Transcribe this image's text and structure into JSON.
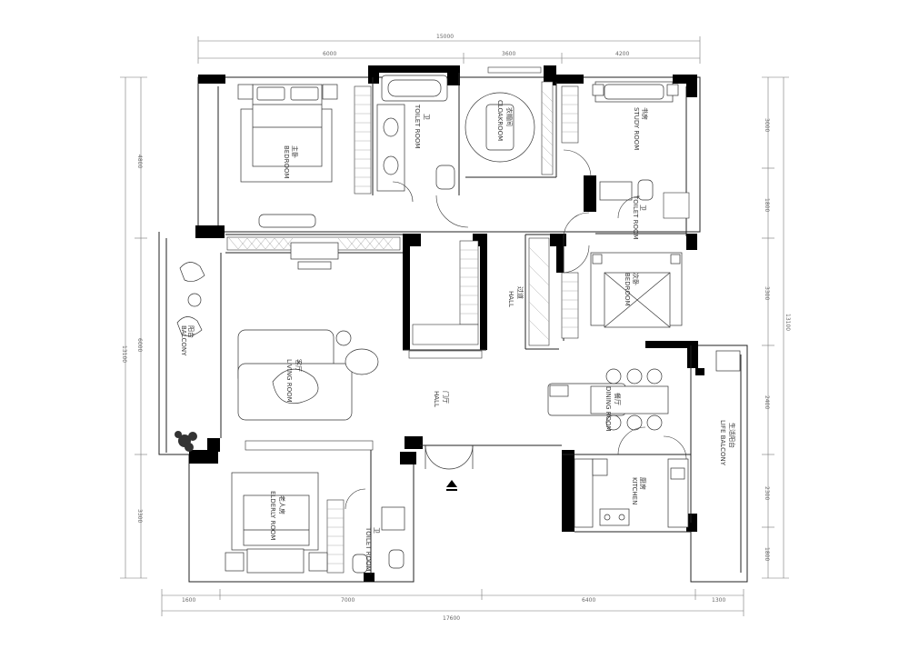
{
  "plan": {
    "top_total": "15000",
    "top_segments": [
      "6000",
      "3600",
      "4200"
    ],
    "bottom_total": "17600",
    "bottom_segments": [
      "1600",
      "7000",
      "6400",
      "1300"
    ],
    "left_total": "13100",
    "left_segments": [
      "4800",
      "6000",
      "3300"
    ],
    "right_total": "13100",
    "right_segments": [
      "3000",
      "1800",
      "3300",
      "2400",
      "2300",
      "1800"
    ]
  },
  "rooms": {
    "master_bedroom": {
      "cn": "主卧",
      "en": "BEDROOM"
    },
    "toilet_1": {
      "cn": "卫",
      "en": "TOILET ROOM"
    },
    "cloakroom": {
      "cn": "衣帽间",
      "en": "CLOAKROOM"
    },
    "study": {
      "cn": "书房",
      "en": "STUDY ROOM"
    },
    "toilet_2": {
      "cn": "卫",
      "en": "TOILET ROOM"
    },
    "bedroom_2": {
      "cn": "次卧",
      "en": "BEDROOM"
    },
    "hall_1": {
      "cn": "过道",
      "en": "HALL"
    },
    "living": {
      "cn": "客厅",
      "en": "LIVING ROOM"
    },
    "balcony": {
      "cn": "阳台",
      "en": "BALCONY"
    },
    "hall_2": {
      "cn": "门厅",
      "en": "HALL"
    },
    "dining": {
      "cn": "餐厅",
      "en": "DINING ROOM"
    },
    "kitchen": {
      "cn": "厨房",
      "en": "KITCHEN"
    },
    "life_balcony": {
      "cn": "生活阳台",
      "en": "LIFE BALCONY"
    },
    "elderly_room": {
      "cn": "老人房",
      "en": "ELDERLY ROOM"
    },
    "toilet_3": {
      "cn": "卫",
      "en": "TOILET ROOM"
    }
  }
}
